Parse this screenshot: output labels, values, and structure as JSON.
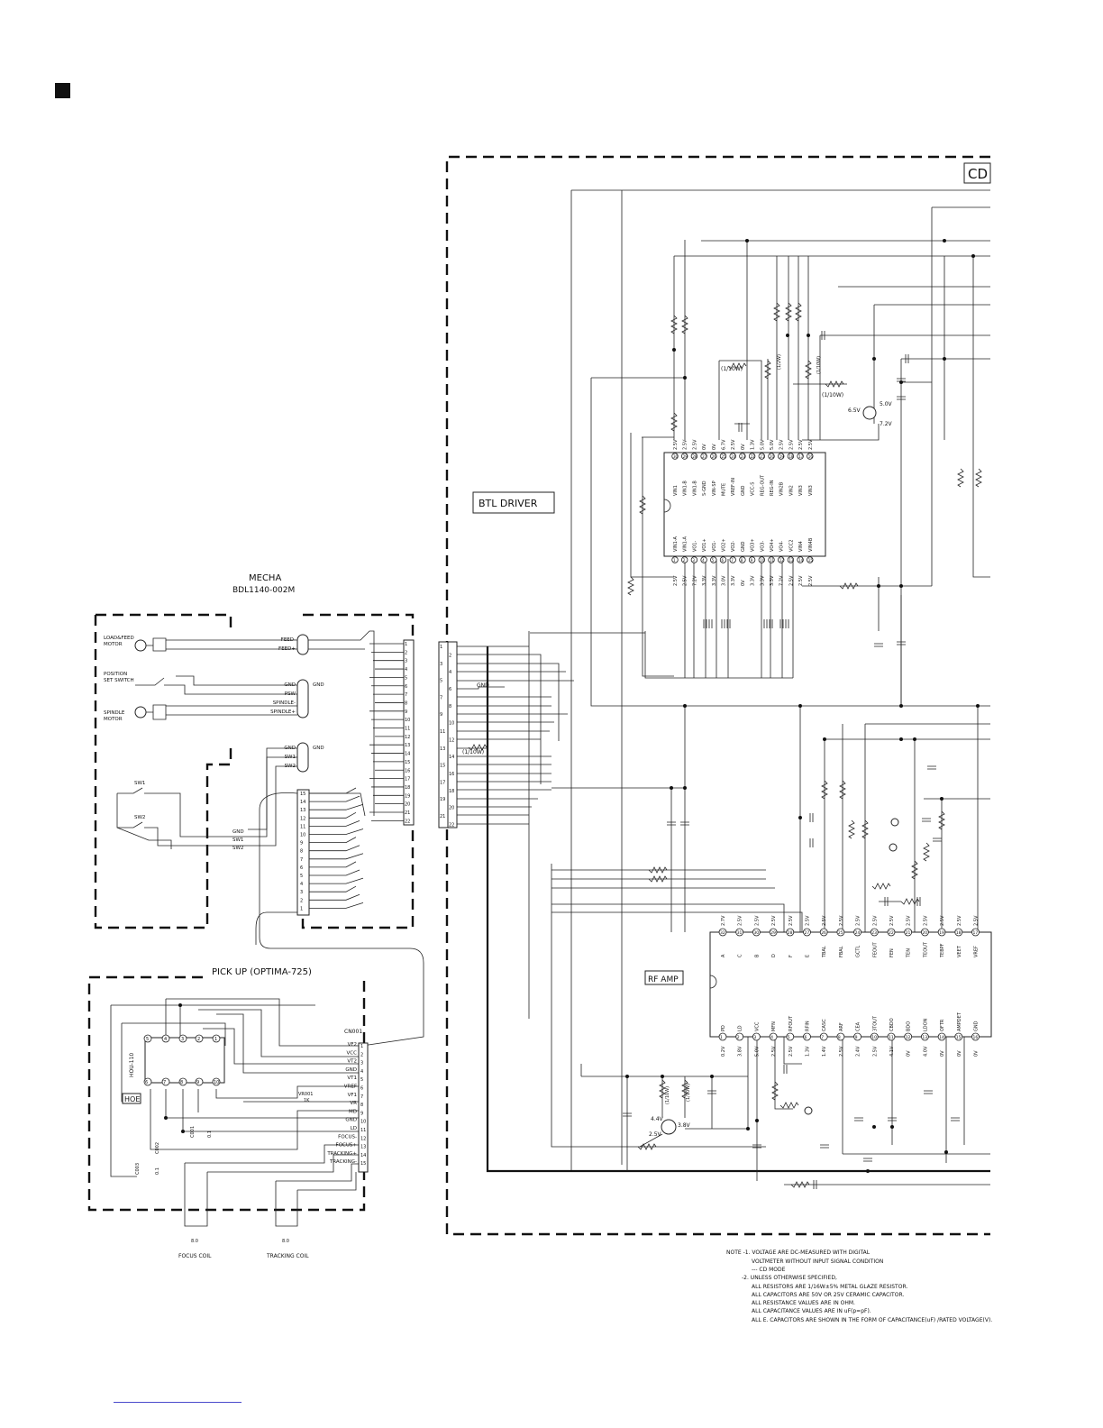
{
  "title_boxes": {
    "cd": "CD",
    "btl_driver": "BTL DRIVER",
    "rf_amp": "RF AMP"
  },
  "mecha": {
    "title": "MECHA",
    "model": "BDL1140-002M",
    "components": [
      "LOAD&FEED MOTOR",
      "POSITION SET SWITCH",
      "SPINDLE MOTOR",
      "SW1",
      "SW2"
    ],
    "connector_a": [
      "FEED-",
      "FEED+"
    ],
    "connector_b": [
      "GND",
      "PSW",
      "SPINDLE-",
      "SPINDLE+"
    ],
    "connector_c": [
      "GND",
      "SW1",
      "SW2"
    ],
    "bottom_labels": [
      "GND",
      "SW1",
      "SW2"
    ]
  },
  "pickup": {
    "title": "PICK UP  (OPTIMA-725)",
    "connector": "CN001",
    "ic": "HOU-110",
    "ic_mark": "HOE",
    "vr": "VR001",
    "vr_value": "1K",
    "cap1": "C001",
    "cap1_val": "0.1",
    "cap2": "C002",
    "cap3": "C003",
    "cap3_val": "0.1",
    "pins": [
      "VF2",
      "VCC",
      "VT2",
      "GND",
      "VT1",
      "VREF",
      "VF1",
      "VR",
      "MD",
      "GND",
      "LD",
      "FOCUS-",
      "FOCUS+",
      "TRACKING+",
      "TRACKING-"
    ],
    "coils": [
      "FOCUS COIL",
      "TRACKING COIL"
    ],
    "coil_value": "8.0"
  },
  "btl": {
    "top_pin_labels": [
      "VIN1",
      "VIN1-B",
      "VIN1-B",
      "S-GND",
      "VIN-SP",
      "MUTE",
      "VREF-IN",
      "GND",
      "VCC-S",
      "REG-OUT",
      "REG-IN",
      "VIN2B",
      "VIN2",
      "VIN3",
      "VIN3"
    ],
    "top_voltages": [
      "2.5V",
      "2.5V",
      "2.5V",
      "0V",
      "0V",
      "6.7V",
      "2.5V",
      "0V",
      "1.3V",
      "5.0V",
      "5.0V",
      "2.5V",
      "2.5V",
      "2.5V",
      "2.5V"
    ],
    "bottom_pin_labels": [
      "VIN1-A",
      "VIN1-A",
      "VO1-",
      "VO1+",
      "VO1-",
      "VO2+",
      "VO2-",
      "GND",
      "VO3+",
      "VO3-",
      "VO4+",
      "VO4-",
      "VCC2",
      "VIN4",
      "VIN4B"
    ],
    "bottom_voltages": [
      "2.5V",
      "2.5V",
      "7.2V",
      "3.3V",
      "3.3V",
      "3.0V",
      "3.3V",
      "0V",
      "3.3V",
      "3.3V",
      "3.3V",
      "7.2V",
      "2.5V",
      "2.5V",
      "2.5V"
    ],
    "transistor": [
      "5.0V",
      "6.5V",
      "7.2V"
    ],
    "res_notes": [
      "(1/10W)",
      "(1/2W)",
      "(1/10W)",
      "(1/10W)"
    ]
  },
  "rf": {
    "top_pin_labels": [
      "A",
      "C",
      "B",
      "D",
      "F",
      "E",
      "TBAL",
      "FBAL",
      "GCTL",
      "FEOUT",
      "FEN",
      "TEN",
      "TEOUT",
      "TEBPF",
      "VEET",
      "VREF"
    ],
    "top_voltages": [
      "2.7V",
      "2.5V",
      "2.5V",
      "2.5V",
      "2.5V",
      "2.5V",
      "2.5V",
      "2.5V",
      "2.5V",
      "2.5V",
      "2.5V",
      "2.5V",
      "2.5V",
      "2.5V",
      "2.5V",
      "2.5V"
    ],
    "bottom_pin_labels": [
      "PD",
      "LD",
      "VCC",
      "MFN",
      "RFOUT",
      "RFIN",
      "CASC",
      "ARF",
      "CEA",
      "3TOUT",
      "CBDO",
      "BDO",
      "LDON",
      "OFTR",
      "AMPDET",
      "GND"
    ],
    "bottom_voltages": [
      "0.2V",
      "3.8V",
      "5.0V",
      "2.5V",
      "2.5V",
      "1.3V",
      "1.4V",
      "2.5V",
      "2.4V",
      "2.5V",
      "4.1V",
      "0V",
      "4.0V",
      "0V",
      "0V",
      "0V"
    ],
    "transistor": [
      "4.4V",
      "3.8V",
      "2.5V"
    ],
    "res_notes": [
      "(1/10W)",
      "(1/10W)"
    ]
  },
  "harness": {
    "gnd_label": "GND",
    "res_note": "(1/10W)"
  },
  "notes": [
    "NOTE -1. VOLTAGE ARE DC-MEASURED WITH DIGITAL",
    "VOLTMETER WITHOUT INPUT SIGNAL CONDITION",
    "--- CD MODE",
    "-2. UNLESS OTHERWISE SPECIFIED,",
    "ALL RESISTORS ARE  1/16W±5% METAL GLAZE RESISTOR.",
    "ALL CAPACITORS ARE 50V OR 25V CERAMIC CAPACITOR.",
    "ALL RESISTANCE VALUES ARE IN OHM.",
    "ALL CAPACITANCE VALUES  ARE IN uF(p=pF).",
    "ALL E. CAPACITORS ARE SHOWN IN THE FORM OF CAPACITANCE(uF) /RATED VOLTAGE(V)."
  ]
}
